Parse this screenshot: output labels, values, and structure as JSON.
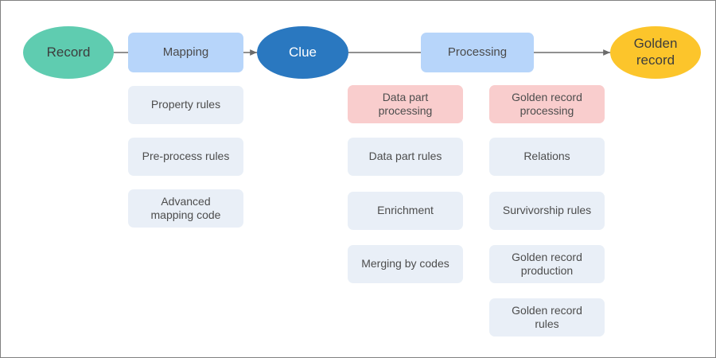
{
  "diagram": {
    "title": "Record to Golden record processing flow",
    "background": "#ffffff",
    "border_color": "#808080",
    "connector_color": "#6b6b6b",
    "palette": {
      "record_ellipse": "#5FCCB0",
      "clue_ellipse": "#2A78C0",
      "golden_ellipse": "#FCC52B",
      "stage_box": "#B7D5FA",
      "group_header_box": "#F9CDCD",
      "sub_box": "#E9EFF7",
      "text": "#4a4a4a",
      "clue_text": "#ffffff"
    },
    "flow": {
      "record": "Record",
      "mapping": "Mapping",
      "clue": "Clue",
      "processing": "Processing",
      "golden_record_line1": "Golden",
      "golden_record_line2": "record"
    },
    "connectors": [
      {
        "name": "record-to-mapping",
        "from": "Record",
        "to": "Mapping",
        "arrowhead": false
      },
      {
        "name": "mapping-to-clue",
        "from": "Mapping",
        "to": "Clue",
        "arrowhead": true
      },
      {
        "name": "clue-to-processing",
        "from": "Clue",
        "to": "Processing",
        "arrowhead": false
      },
      {
        "name": "processing-to-golden-record",
        "from": "Processing",
        "to": "Golden record",
        "arrowhead": true
      }
    ],
    "columns": [
      {
        "name": "mapping-column",
        "parent": "Mapping",
        "items": [
          {
            "label": "Property rules",
            "kind": "sub"
          },
          {
            "label": "Pre-process rules",
            "kind": "sub"
          },
          {
            "label_line1": "Advanced",
            "label_line2": "mapping code",
            "kind": "sub"
          }
        ]
      },
      {
        "name": "data-part-column",
        "parent": "Processing",
        "items": [
          {
            "label_line1": "Data part",
            "label_line2": "processing",
            "kind": "header"
          },
          {
            "label": "Data part rules",
            "kind": "sub"
          },
          {
            "label": "Enrichment",
            "kind": "sub"
          },
          {
            "label": "Merging by codes",
            "kind": "sub"
          }
        ]
      },
      {
        "name": "golden-record-column",
        "parent": "Processing",
        "items": [
          {
            "label_line1": "Golden record",
            "label_line2": "processing",
            "kind": "header"
          },
          {
            "label": "Relations",
            "kind": "sub"
          },
          {
            "label": "Survivorship rules",
            "kind": "sub"
          },
          {
            "label_line1": "Golden record",
            "label_line2": "production",
            "kind": "sub"
          },
          {
            "label_line1": "Golden record",
            "label_line2": "rules",
            "kind": "sub"
          }
        ]
      }
    ]
  }
}
